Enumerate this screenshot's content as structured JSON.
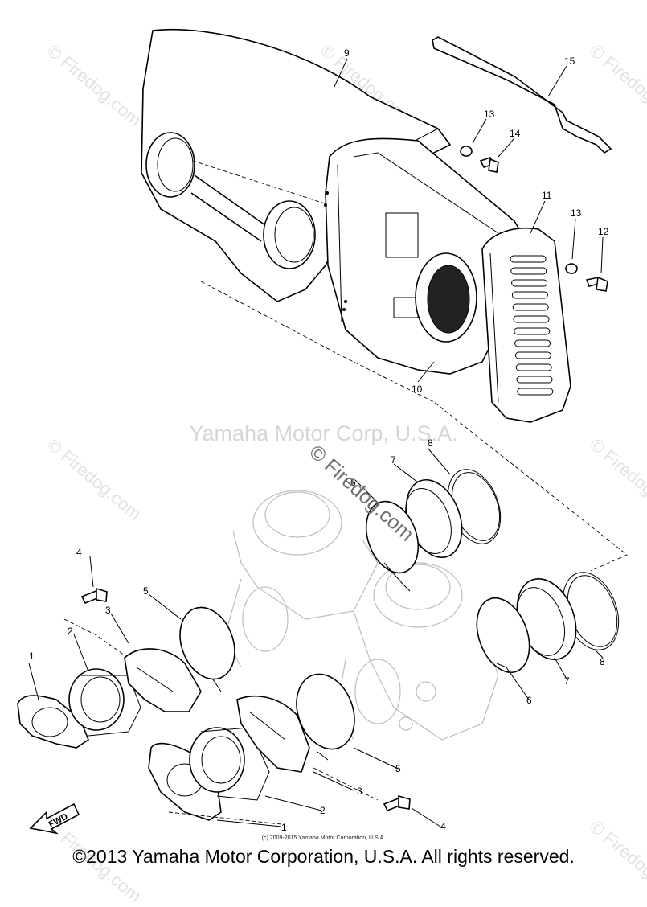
{
  "watermarks": {
    "center_text": "Yamaha Motor Corp, U.S.A.",
    "firedog_stamp": "© Firedog.com",
    "faint_marks": [
      "© Firedog.com",
      "© Firedog.com",
      "© Firedog.com",
      "© Firedog.com",
      "© Firedog.com",
      "© Firedog.com",
      "© Firedog.com"
    ]
  },
  "callouts": {
    "c9": "9",
    "c15": "15",
    "c13a": "13",
    "c14": "14",
    "c11": "11",
    "c13b": "13",
    "c12": "12",
    "c10": "10",
    "c8a": "8",
    "c7a": "7",
    "c6a": "6",
    "c4a": "4",
    "c5a": "5",
    "c3a": "3",
    "c2a": "2",
    "c1a": "1",
    "c8b": "8",
    "c7b": "7",
    "c6b": "6",
    "c5b": "5",
    "c3b": "3",
    "c2b": "2",
    "c4b": "4",
    "c1b": "1"
  },
  "direction_label": "FWD",
  "small_copyright": "(c) 2009-2015 Yamaha Motor Corporation, U.S.A.",
  "footer": "©2013 Yamaha Motor Corporation, U.S.A. All rights reserved."
}
